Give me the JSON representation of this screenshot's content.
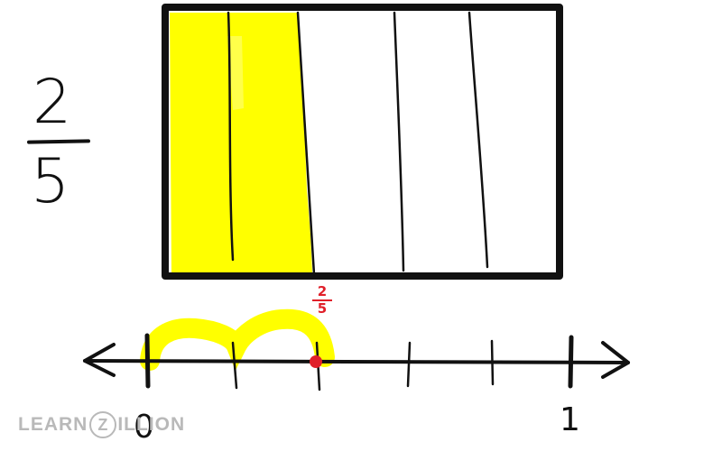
{
  "fraction": {
    "numerator": "2",
    "denominator": "5"
  },
  "model": {
    "parts": 5,
    "shaded_parts": 2
  },
  "number_line": {
    "start_label": "0",
    "end_label": "1",
    "divisions": 5,
    "marked_point": {
      "numerator": "2",
      "denominator": "5",
      "value": 0.4
    }
  },
  "logo": {
    "part1": "LEARN",
    "part2": "Z",
    "part3": "ILLION"
  },
  "colors": {
    "shade": "#ffff00",
    "mark": "#e0202a",
    "ink": "#111111",
    "logo": "#b9b9b9"
  }
}
